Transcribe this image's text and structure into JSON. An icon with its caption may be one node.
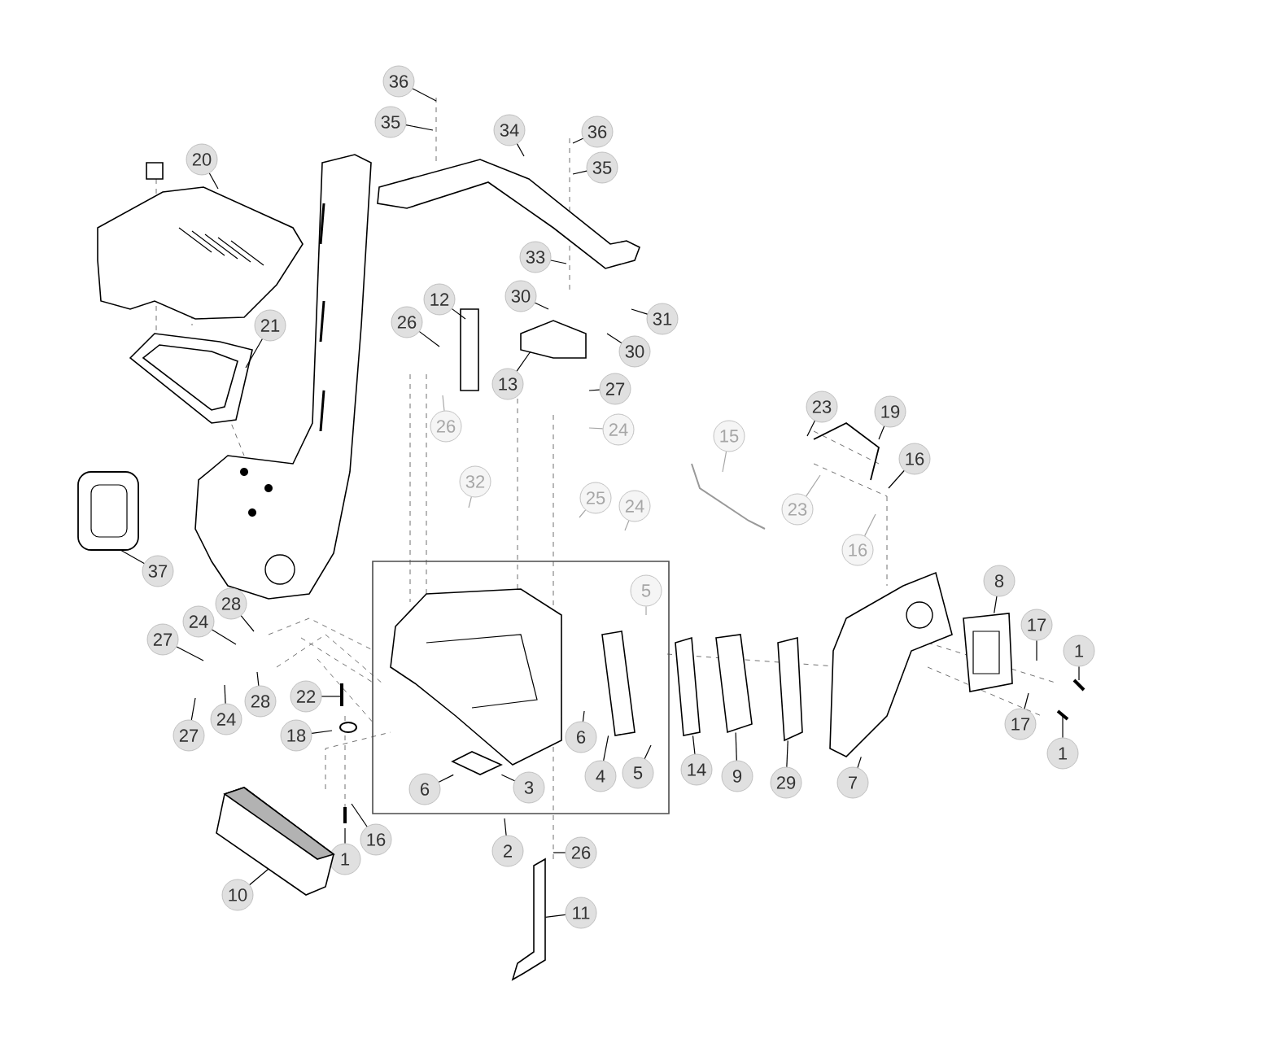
{
  "diagram": {
    "nodes": [
      {
        "text": [
          "36"
        ]
      },
      {
        "text": [
          "35"
        ]
      },
      {
        "text": [
          "34"
        ]
      },
      {
        "text": [
          "36"
        ]
      },
      {
        "text": [
          "35"
        ]
      },
      {
        "text": [
          "20"
        ]
      },
      {
        "text": [
          "21"
        ]
      },
      {
        "text": [
          "33"
        ]
      },
      {
        "text": [
          "30"
        ]
      },
      {
        "text": [
          "31"
        ]
      },
      {
        "text": [
          "30"
        ]
      },
      {
        "text": [
          "12"
        ]
      },
      {
        "text": [
          "26"
        ]
      },
      {
        "text": [
          "13"
        ]
      },
      {
        "text": [
          "27"
        ]
      },
      {
        "text": [
          "26"
        ]
      },
      {
        "text": [
          "24"
        ]
      },
      {
        "text": [
          "32"
        ]
      },
      {
        "text": [
          "25"
        ]
      },
      {
        "text": [
          "24"
        ]
      },
      {
        "text": [
          "15"
        ]
      },
      {
        "text": [
          "23"
        ]
      },
      {
        "text": [
          "19"
        ]
      },
      {
        "text": [
          "16"
        ]
      },
      {
        "text": [
          "23"
        ]
      },
      {
        "text": [
          "16"
        ]
      },
      {
        "text": [
          "37"
        ]
      },
      {
        "text": [
          "5"
        ]
      },
      {
        "text": [
          "28"
        ]
      },
      {
        "text": [
          "24"
        ]
      },
      {
        "text": [
          "27"
        ]
      },
      {
        "text": [
          "28"
        ]
      },
      {
        "text": [
          "24"
        ]
      },
      {
        "text": [
          "27"
        ]
      },
      {
        "text": [
          "22"
        ]
      },
      {
        "text": [
          "18"
        ]
      },
      {
        "text": [
          "6"
        ]
      },
      {
        "text": [
          "6"
        ]
      },
      {
        "text": [
          "3"
        ]
      },
      {
        "text": [
          "4"
        ]
      },
      {
        "text": [
          "5"
        ]
      },
      {
        "text": [
          "14"
        ]
      },
      {
        "text": [
          "9"
        ]
      },
      {
        "text": [
          "29"
        ]
      },
      {
        "text": [
          "7"
        ]
      },
      {
        "text": [
          "8"
        ]
      },
      {
        "text": [
          "17"
        ]
      },
      {
        "text": [
          "1"
        ]
      },
      {
        "text": [
          "17"
        ]
      },
      {
        "text": [
          "1"
        ]
      },
      {
        "text": [
          "16"
        ]
      },
      {
        "text": [
          "1"
        ]
      },
      {
        "text": [
          "10"
        ]
      },
      {
        "text": [
          "2"
        ]
      },
      {
        "text": [
          "26"
        ]
      },
      {
        "text": [
          "11"
        ]
      },
      {
        "text": [],
        "shape": "picture"
      },
      {
        "text": [],
        "shape": "picture"
      },
      {
        "text": [],
        "shape": "picture"
      },
      {
        "text": [],
        "shape": "picture"
      },
      {
        "text": [],
        "shape": "picture"
      },
      {
        "text": [],
        "shape": "picture"
      },
      {
        "text": [],
        "shape": "picture"
      },
      {
        "text": [],
        "shape": "picture"
      },
      {
        "text": [],
        "shape": "picture"
      },
      {
        "text": [],
        "shape": "picture"
      },
      {
        "text": [],
        "shape": "picture"
      },
      {
        "text": [],
        "shape": "picture"
      }
    ],
    "edges": [
      {
        "from": 0,
        "to": null,
        "arrow": "none"
      },
      {
        "from": 1,
        "to": null,
        "arrow": "none"
      },
      {
        "from": 2,
        "to": null,
        "arrow": "none"
      },
      {
        "from": 3,
        "to": null,
        "arrow": "none"
      },
      {
        "from": 4,
        "to": null,
        "arrow": "none"
      },
      {
        "from": 5,
        "to": null,
        "arrow": "none"
      },
      {
        "from": 6,
        "to": 64,
        "arrow": "none"
      },
      {
        "from": 7,
        "to": null,
        "arrow": "none"
      },
      {
        "from": 8,
        "to": null,
        "arrow": "none"
      },
      {
        "from": 9,
        "to": null,
        "arrow": "none"
      },
      {
        "from": 10,
        "to": null,
        "arrow": "none"
      },
      {
        "from": 11,
        "to": null,
        "arrow": "none"
      },
      {
        "from": 12,
        "to": null,
        "arrow": "none"
      },
      {
        "from": 13,
        "to": 56,
        "arrow": "none"
      },
      {
        "from": 14,
        "to": null,
        "arrow": "none"
      },
      {
        "from": 15,
        "to": null,
        "arrow": "none",
        "color": "#a6a6a6"
      },
      {
        "from": 16,
        "to": null,
        "arrow": "none",
        "color": "#a6a6a6"
      },
      {
        "from": 17,
        "to": null,
        "arrow": "none",
        "color": "#a6a6a6"
      },
      {
        "from": 18,
        "to": null,
        "arrow": "none",
        "color": "#a6a6a6"
      },
      {
        "from": 19,
        "to": null,
        "arrow": "none",
        "color": "#a6a6a6"
      },
      {
        "from": 20,
        "to": null,
        "arrow": "none",
        "color": "#a6a6a6"
      },
      {
        "from": 21,
        "to": null,
        "arrow": "none"
      },
      {
        "from": 22,
        "to": null,
        "arrow": "none"
      },
      {
        "from": 23,
        "to": null,
        "arrow": "none"
      },
      {
        "from": 24,
        "to": null,
        "arrow": "none",
        "color": "#a6a6a6"
      },
      {
        "from": 25,
        "to": null,
        "arrow": "none",
        "color": "#a6a6a6"
      },
      {
        "from": 26,
        "to": 65,
        "arrow": "none"
      },
      {
        "from": 27,
        "to": null,
        "arrow": "none",
        "color": "#a6a6a6"
      },
      {
        "from": 28,
        "to": null,
        "arrow": "none"
      },
      {
        "from": 29,
        "to": null,
        "arrow": "none"
      },
      {
        "from": 30,
        "to": null,
        "arrow": "none"
      },
      {
        "from": 31,
        "to": null,
        "arrow": "none"
      },
      {
        "from": 32,
        "to": null,
        "arrow": "none"
      },
      {
        "from": 33,
        "to": null,
        "arrow": "none"
      },
      {
        "from": 34,
        "to": null,
        "arrow": "none"
      },
      {
        "from": 35,
        "to": null,
        "arrow": "none"
      },
      {
        "from": 36,
        "to": null,
        "arrow": "none"
      },
      {
        "from": 37,
        "to": 57,
        "arrow": "none"
      },
      {
        "from": 38,
        "to": 57,
        "arrow": "none"
      },
      {
        "from": 39,
        "to": 58,
        "arrow": "none"
      },
      {
        "from": 40,
        "to": null,
        "arrow": "none"
      },
      {
        "from": 41,
        "to": 59,
        "arrow": "none"
      },
      {
        "from": 42,
        "to": 60,
        "arrow": "none"
      },
      {
        "from": 43,
        "to": 61,
        "arrow": "none"
      },
      {
        "from": 44,
        "to": 62,
        "arrow": "none"
      },
      {
        "from": 45,
        "to": 63,
        "arrow": "none"
      },
      {
        "from": 46,
        "to": null,
        "arrow": "none"
      },
      {
        "from": 47,
        "to": null,
        "arrow": "none"
      },
      {
        "from": 48,
        "to": null,
        "arrow": "none"
      },
      {
        "from": 49,
        "to": null,
        "arrow": "none"
      },
      {
        "from": 50,
        "to": null,
        "arrow": "none"
      },
      {
        "from": 51,
        "to": null,
        "arrow": "none"
      },
      {
        "from": 52,
        "to": 66,
        "arrow": "none"
      },
      {
        "from": 53,
        "to": null,
        "arrow": "none"
      },
      {
        "from": 54,
        "to": null,
        "arrow": "none"
      },
      {
        "from": 55,
        "to": 67,
        "arrow": "none"
      }
    ]
  }
}
